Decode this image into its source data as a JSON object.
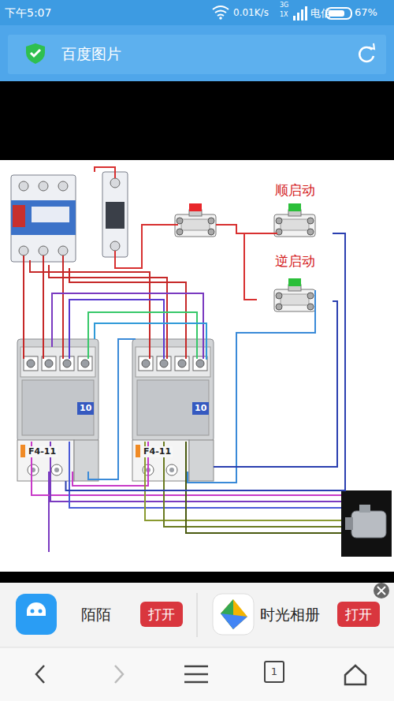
{
  "diagram": {
    "nodes": [
      {
        "text": [
          "10",
          "F4-11"
        ]
      },
      {
        "text": [
          "10",
          "F4-11"
        ]
      },
      {
        "text": [
          "顺启动"
        ]
      },
      {
        "text": [
          "逆启动"
        ]
      },
      {
        "text": [
          "打开"
        ]
      },
      {
        "text": [
          "打开"
        ]
      },
      {
        "text": [
          "1"
        ]
      }
    ],
    "edges": [
      {
        "from": 2,
        "to": 3,
        "arrow": "none"
      },
      {
        "from": 2,
        "to": 0,
        "arrow": "none"
      },
      {
        "from": 3,
        "to": 1,
        "arrow": "none"
      }
    ],
    "labels": [
      "下午5:07",
      "0.01K/s",
      "3G",
      "1X",
      "电信",
      "67%",
      "百度图片",
      "陌陌",
      "时光相册"
    ]
  }
}
